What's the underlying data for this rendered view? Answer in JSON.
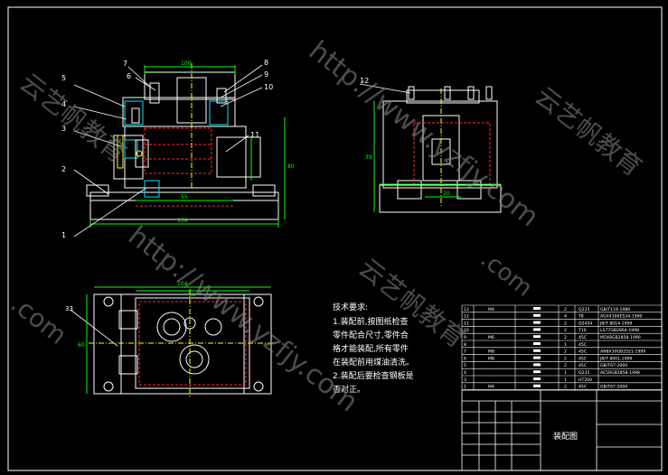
{
  "colors": {
    "background": "#000000",
    "outline": "#ffffff",
    "hidden": "#ff2a2a",
    "dimension": "#00ff00",
    "centerline": "#ffff00",
    "detail": "#00e5ff",
    "watermark": "#8a8a8a"
  },
  "balloons": {
    "b1": "1",
    "b2": "2",
    "b3": "3",
    "b4": "4",
    "b5": "5",
    "b6": "6",
    "b7": "7",
    "b8": "8",
    "b9": "9",
    "b10": "10",
    "b11": "11",
    "b12": "12",
    "b33": "33"
  },
  "dimensions": {
    "top_width": "100",
    "base_inner": "55",
    "base_total": "104",
    "side_height": "80",
    "side_inner": "39",
    "side_mid": "20",
    "plan_width": "104",
    "plan_inner": "80",
    "plan_height": "60"
  },
  "notes": {
    "title": "技术要求:",
    "lines": [
      "1.装配前,按图纸检查",
      "零件配合尺寸,零件合",
      "格才能装配,所有零件",
      "在装配前用煤油清洗。",
      "2.装配后要检查钢板是",
      "否对正。"
    ]
  },
  "bom": {
    "rows": [
      {
        "no": "13",
        "name": "M4",
        "qty": "2",
        "mat": "Q235",
        "std": "GB/T119-1986"
      },
      {
        "no": "12",
        "name": "",
        "qty": "4",
        "mat": "T8",
        "std": "AGX4300E534-1990"
      },
      {
        "no": "11",
        "name": "",
        "qty": "2",
        "mat": "Q2454",
        "std": "JB/T 8014-1999"
      },
      {
        "no": "10",
        "name": "",
        "qty": "2",
        "mat": "T10",
        "std": "LS77GB2864-1998"
      },
      {
        "no": "9",
        "name": "M6",
        "qty": "2",
        "mat": "45C",
        "std": "M5X8GB2858-1990"
      },
      {
        "no": "8",
        "name": "",
        "qty": "1",
        "mat": "45C",
        "std": ""
      },
      {
        "no": "7",
        "name": "M8",
        "qty": "2",
        "mat": "45C",
        "std": "AN8X30GB2521-1999"
      },
      {
        "no": "6",
        "name": "M8",
        "qty": "2",
        "mat": "45C",
        "std": "JB/T 8001-1999"
      },
      {
        "no": "5",
        "name": "",
        "qty": "2",
        "mat": "45C",
        "std": "GB/T67-2000"
      },
      {
        "no": "4",
        "name": "",
        "qty": "1",
        "mat": "Q235",
        "std": "AE5RGB2858-1998"
      },
      {
        "no": "3",
        "name": "",
        "qty": "1",
        "mat": "HT200",
        "std": ""
      },
      {
        "no": "1",
        "name": "M4",
        "qty": "2",
        "mat": "45C",
        "std": "GB/T67-2000"
      }
    ],
    "drawing_title": "装配图"
  },
  "watermark": {
    "brand": "云艺帆教育",
    "url": "http://www.yzfjy.com",
    "url_short": ".com"
  }
}
